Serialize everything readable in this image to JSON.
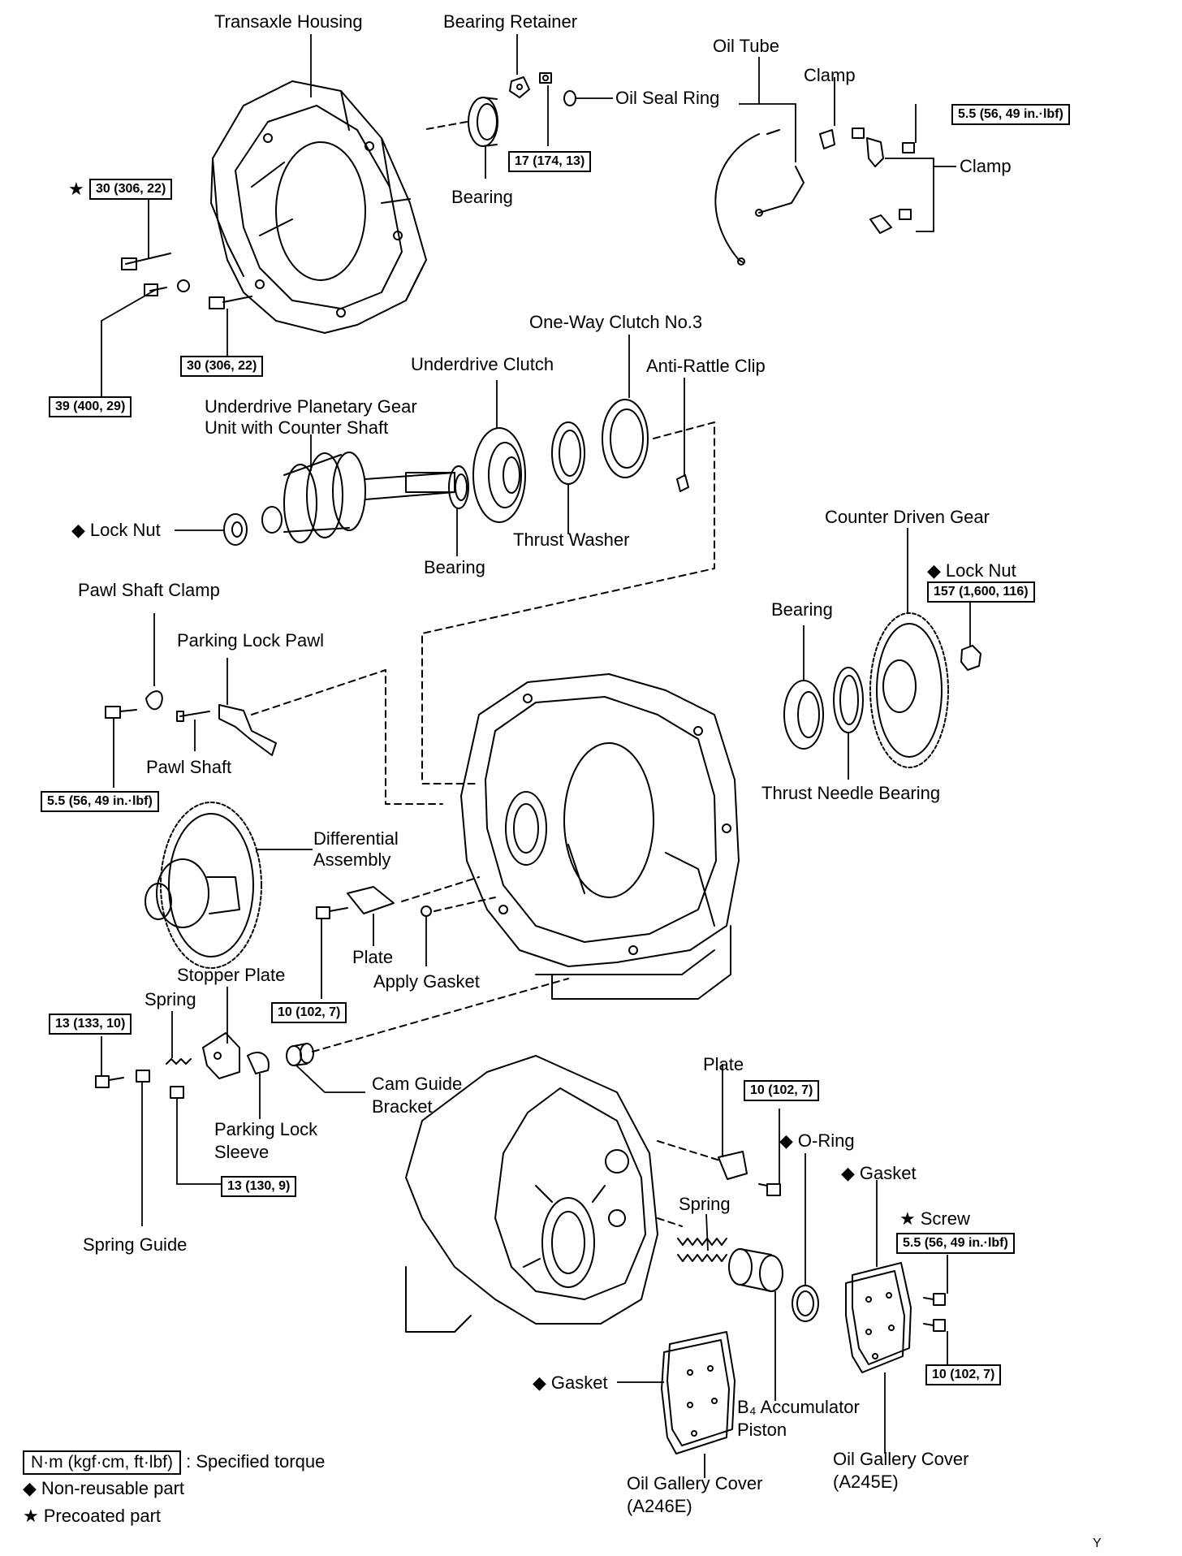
{
  "labels": {
    "transaxle_housing": "Transaxle Housing",
    "bearing_retainer": "Bearing Retainer",
    "oil_tube": "Oil Tube",
    "clamp_top": "Clamp",
    "oil_seal_ring": "Oil Seal Ring",
    "clamp_right": "Clamp",
    "bearing_top": "Bearing",
    "one_way_clutch": "One-Way Clutch No.3",
    "underdrive_clutch": "Underdrive Clutch",
    "anti_rattle_clip": "Anti-Rattle Clip",
    "underdrive_planetary_1": "Underdrive Planetary Gear",
    "underdrive_planetary_2": "Unit with Counter Shaft",
    "lock_nut_left": "Lock Nut",
    "thrust_washer": "Thrust Washer",
    "bearing_mid": "Bearing",
    "counter_driven_gear": "Counter Driven  Gear",
    "lock_nut_right": "Lock Nut",
    "pawl_shaft_clamp": "Pawl Shaft Clamp",
    "bearing_right": "Bearing",
    "parking_lock_pawl": "Parking Lock Pawl",
    "pawl_shaft": "Pawl Shaft",
    "thrust_needle_bearing": "Thrust Needle Bearing",
    "differential_1": "Differential",
    "differential_2": "Assembly",
    "plate_mid": "Plate",
    "apply_gasket": "Apply Gasket",
    "stopper_plate": "Stopper Plate",
    "spring_left": "Spring",
    "cam_guide_1": "Cam Guide",
    "cam_guide_2": "Bracket",
    "parking_lock_sleeve_1": "Parking Lock",
    "parking_lock_sleeve_2": "Sleeve",
    "spring_guide": "Spring Guide",
    "plate_low": "Plate",
    "o_ring": "O-Ring",
    "gasket_right": "Gasket",
    "spring_low": "Spring",
    "screw": "Screw",
    "gasket_low": "Gasket",
    "b4_1": "B₄ Accumulator",
    "b4_2": "Piston",
    "ogc_a246e_1": "Oil Gallery Cover",
    "ogc_a246e_2": "(A246E)",
    "ogc_a245e_1": "Oil Gallery Cover",
    "ogc_a245e_2": "(A245E)",
    "corner_code": "Y"
  },
  "torque": {
    "t_17": "17 (174, 13)",
    "t_55_top": "5.5 (56, 49 in.·lbf)",
    "t_30_top": "30 (306, 22)",
    "t_30_mid": "30 (306, 22)",
    "t_39": "39 (400, 29)",
    "t_157": "157 (1,600, 116)",
    "t_55_mid": "5.5 (56, 49 in.·lbf)",
    "t_10_mid": "10 (102, 7)",
    "t_13_133": "13 (133, 10)",
    "t_13_130": "13 (130, 9)",
    "t_10_plate": "10 (102, 7)",
    "t_55_low": "5.5 (56, 49 in.·lbf)",
    "t_10_low": "10 (102, 7)"
  },
  "symbols": {
    "star": "★",
    "diamond": "◆"
  },
  "legend": {
    "torque_unit": "N·m (kgf·cm, ft·lbf)",
    "torque_desc": ": Specified torque",
    "non_reusable": "Non-reusable part",
    "precoated": "Precoated part"
  }
}
